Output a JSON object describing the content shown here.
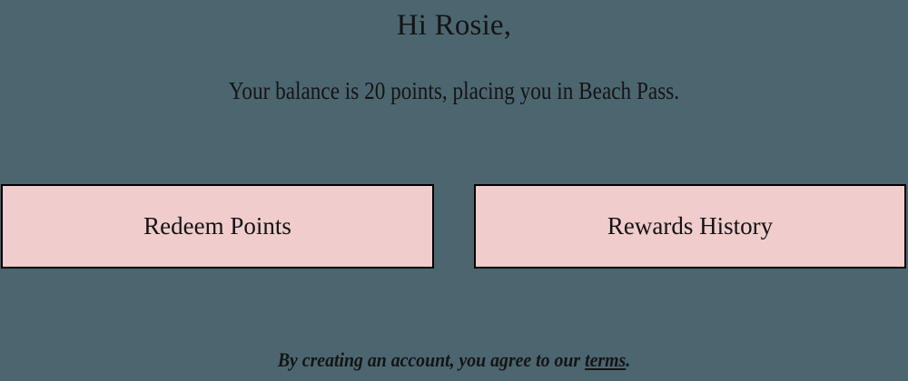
{
  "theme": {
    "background_color": "#4C6670",
    "button_fill_color": "#F0CCCC",
    "button_border_color": "#000000",
    "text_color": "#141414"
  },
  "header": {
    "greeting": "Hi Rosie,"
  },
  "balance": {
    "summary": "Your balance is 20 points, placing you in Beach Pass.",
    "points": "20",
    "tier": "Beach Pass"
  },
  "actions": {
    "redeem_label": "Redeem Points",
    "history_label": "Rewards History"
  },
  "footer": {
    "legal_prefix": "By creating an account, you agree to our ",
    "terms_label": "terms",
    "legal_suffix": "."
  }
}
